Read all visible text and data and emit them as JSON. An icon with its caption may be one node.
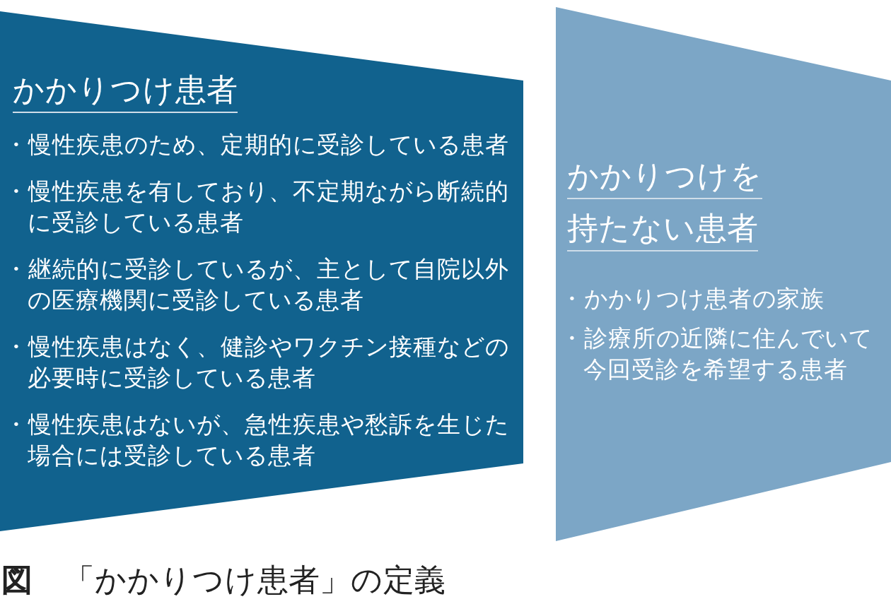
{
  "diagram": {
    "caption": "**図**　「かかりつけ患者」の定義",
    "nodes": [
      {
        "text": [
          "かかりつけ患者",
          "・慢性疾患のため、定期的に受診している患者",
          "・慢性疾患を有しており、不定期ながら断続的に受診している患者",
          "・継続的に受診しているが、主として自院以外の医療機関に受診している患者",
          "・慢性疾患はなく、健診やワクチン接種などの必要時に受診している患者",
          "・慢性疾患はないが、急性疾患や愁訴を生じた場合には受診している患者"
        ]
      },
      {
        "text": [
          "かかりつけを持たない患者",
          "・かかりつけ患者の家族",
          "・診療所の近隣に住んでいて今回受診を希望する患者"
        ]
      }
    ]
  }
}
